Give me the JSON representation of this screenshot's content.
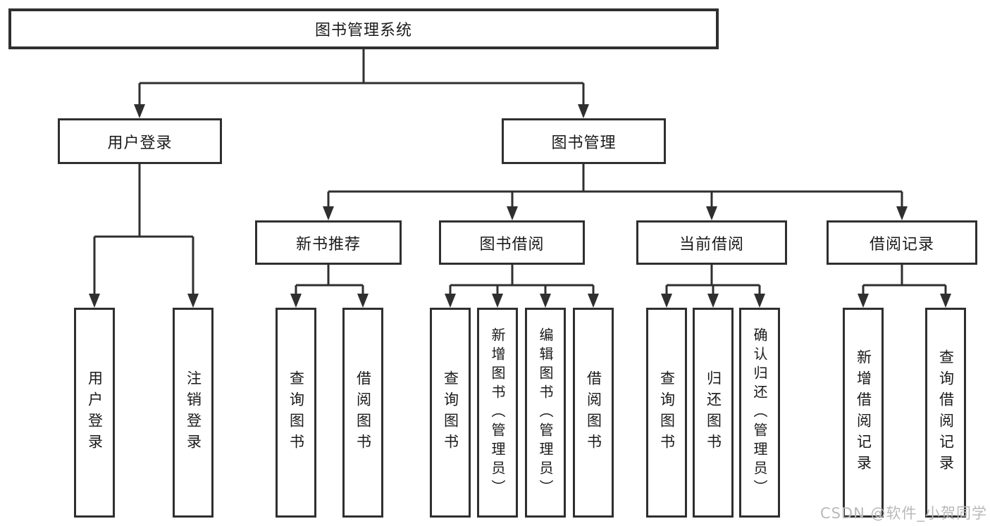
{
  "diagram": {
    "root": {
      "label": "图书管理系统"
    },
    "branches": [
      {
        "label": "用户登录",
        "children": [
          {
            "label": "用户登录"
          },
          {
            "label": "注销登录"
          }
        ]
      },
      {
        "label": "图书管理",
        "children": [
          {
            "label": "新书推荐",
            "children": [
              {
                "label": "查询图书"
              },
              {
                "label": "借阅图书"
              }
            ]
          },
          {
            "label": "图书借阅",
            "children": [
              {
                "label": "查询图书"
              },
              {
                "label": "新增图书（管理员）"
              },
              {
                "label": "编辑图书（管理员）"
              },
              {
                "label": "借阅图书"
              }
            ]
          },
          {
            "label": "当前借阅",
            "children": [
              {
                "label": "查询图书"
              },
              {
                "label": "归还图书"
              },
              {
                "label": "确认归还（管理员）"
              }
            ]
          },
          {
            "label": "借阅记录",
            "children": [
              {
                "label": "新增借阅记录"
              },
              {
                "label": "查询借阅记录"
              }
            ]
          }
        ]
      }
    ]
  },
  "watermark": "CSDN @软件_小贺同学",
  "colors": {
    "line": "#2f2f2f",
    "text": "#1a1a1a",
    "watermark": "#b9b9b9",
    "background": "#ffffff"
  }
}
